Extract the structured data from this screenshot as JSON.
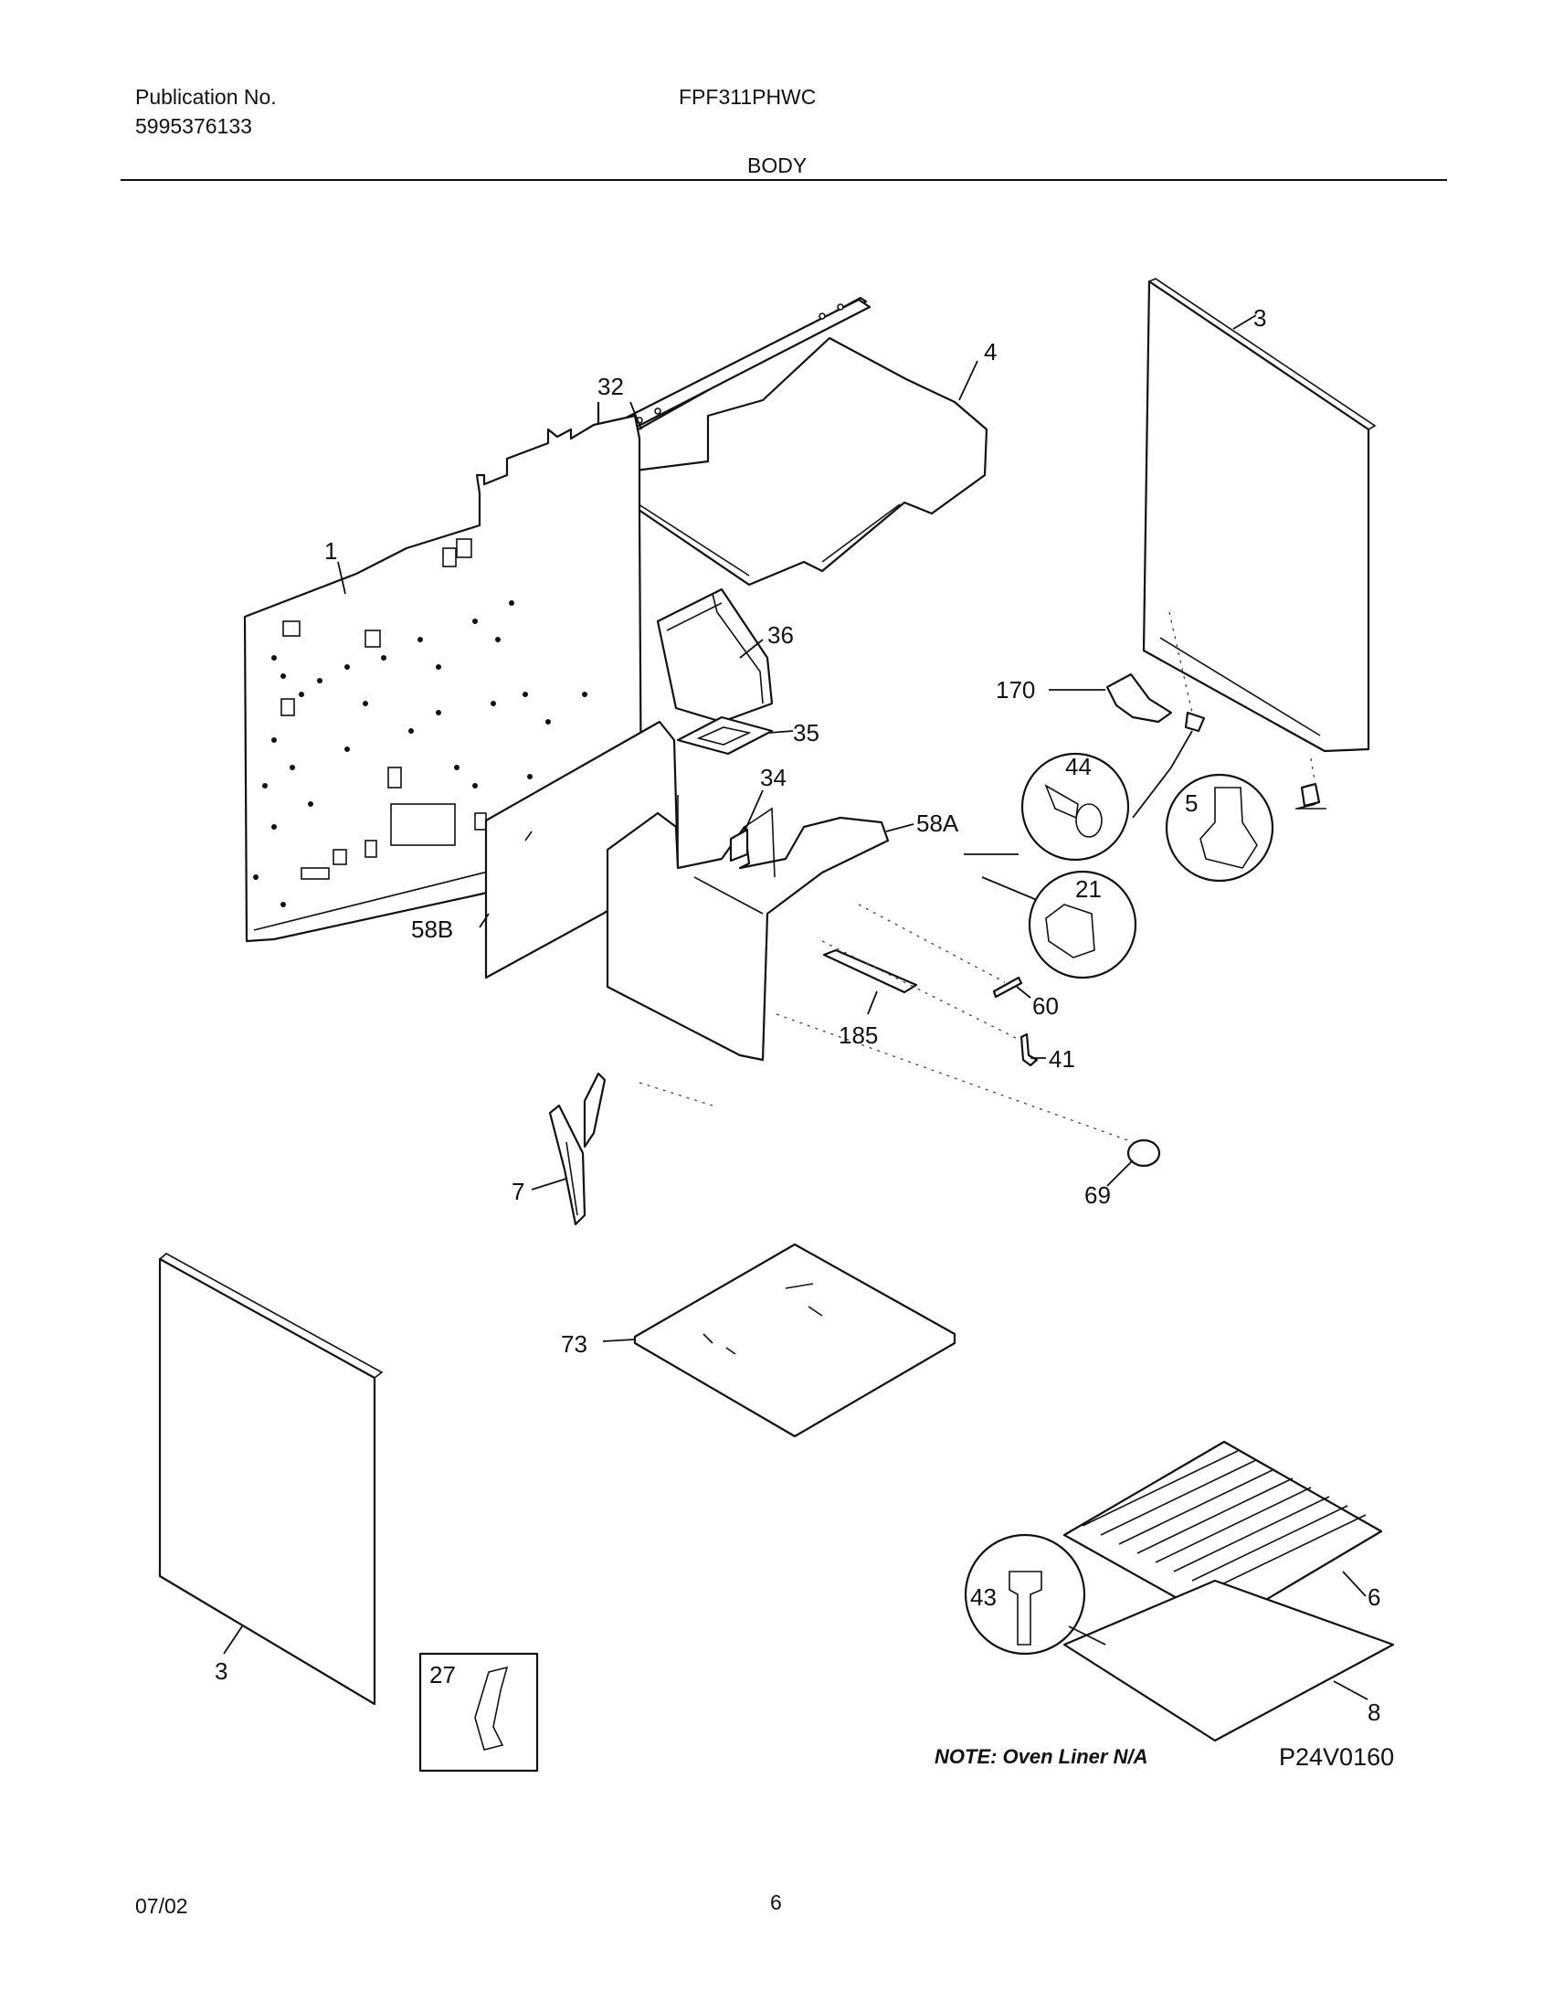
{
  "header": {
    "publication_label": "Publication No.",
    "publication_number": "5995376133",
    "model": "FPF311PHWC",
    "section": "BODY"
  },
  "callouts": {
    "c1": "1",
    "c3_top": "3",
    "c3_bottom": "3",
    "c4": "4",
    "c5": "5",
    "c6": "6",
    "c7": "7",
    "c8": "8",
    "c21": "21",
    "c27": "27",
    "c32": "32",
    "c34": "34",
    "c35": "35",
    "c36": "36",
    "c41": "41",
    "c43": "43",
    "c44": "44",
    "c58A": "58A",
    "c58B": "58B",
    "c60": "60",
    "c69": "69",
    "c73": "73",
    "c170": "170",
    "c185": "185"
  },
  "note": "NOTE: Oven Liner N/A",
  "diagram_code": "P24V0160",
  "footer": {
    "date": "07/02",
    "page": "6"
  }
}
